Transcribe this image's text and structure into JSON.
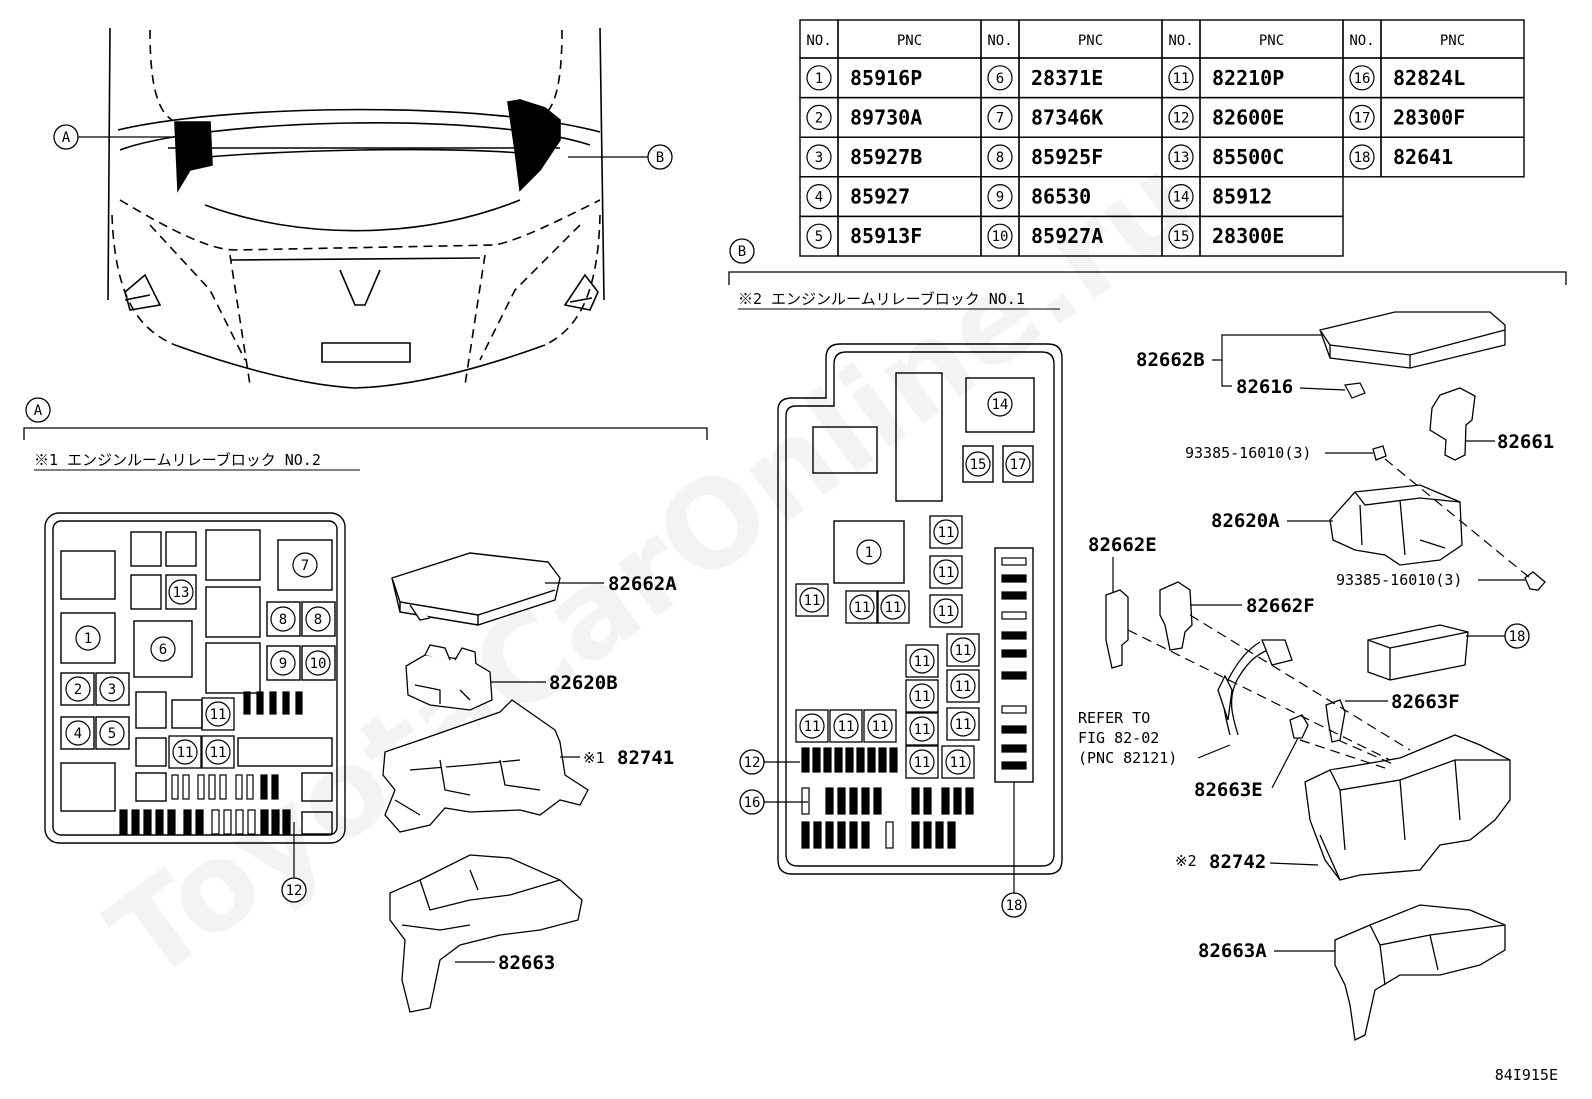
{
  "watermark": "ToyotaCarOnline.ru",
  "figure_code": "84I915E",
  "view_markers": {
    "a": "A",
    "b": "B"
  },
  "section_a": {
    "marker": "A",
    "title": "※1 エンジンルームリレーブロック NO.2",
    "leader_12": "12"
  },
  "section_b": {
    "marker": "B",
    "title": "※2 エンジンルームリレーブロック NO.1",
    "leader_12": "12",
    "leader_16": "16",
    "leader_18": "18"
  },
  "pnc_table": {
    "header_no": "NO.",
    "header_pnc": "PNC",
    "rows": [
      [
        {
          "no": "1",
          "pnc": "85916P"
        },
        {
          "no": "6",
          "pnc": "28371E"
        },
        {
          "no": "11",
          "pnc": "82210P"
        },
        {
          "no": "16",
          "pnc": "82824L"
        }
      ],
      [
        {
          "no": "2",
          "pnc": "89730A"
        },
        {
          "no": "7",
          "pnc": "87346K"
        },
        {
          "no": "12",
          "pnc": "82600E"
        },
        {
          "no": "17",
          "pnc": "28300F"
        }
      ],
      [
        {
          "no": "3",
          "pnc": "85927B"
        },
        {
          "no": "8",
          "pnc": "85925F"
        },
        {
          "no": "13",
          "pnc": "85500C"
        },
        {
          "no": "18",
          "pnc": "82641"
        }
      ],
      [
        {
          "no": "4",
          "pnc": "85927"
        },
        {
          "no": "9",
          "pnc": "86530"
        },
        {
          "no": "14",
          "pnc": "85912"
        },
        {
          "no": "",
          "pnc": ""
        }
      ],
      [
        {
          "no": "5",
          "pnc": "85913F"
        },
        {
          "no": "10",
          "pnc": "85927A"
        },
        {
          "no": "15",
          "pnc": "28300E"
        },
        {
          "no": "",
          "pnc": ""
        }
      ]
    ]
  },
  "parts_a": {
    "cover": "82662A",
    "block": "82620B",
    "case_prefix": "※1",
    "case": "82741",
    "bracket": "82663"
  },
  "parts_b": {
    "cover": "82662B",
    "clip": "82616",
    "relay_holder": "82661",
    "bolt_top": "93385-16010(3)",
    "block": "82620A",
    "bolt_bottom": "93385-16010(3)",
    "cover_e": "82662E",
    "cover_f": "82662F",
    "fuse_18": "18",
    "bracket_f": "82663F",
    "refer_1": "REFER TO",
    "refer_2": "FIG 82-02",
    "refer_3": "(PNC 82121)",
    "bracket_e": "82663E",
    "case_prefix": "※2",
    "case": "82742",
    "lower": "82663A"
  }
}
